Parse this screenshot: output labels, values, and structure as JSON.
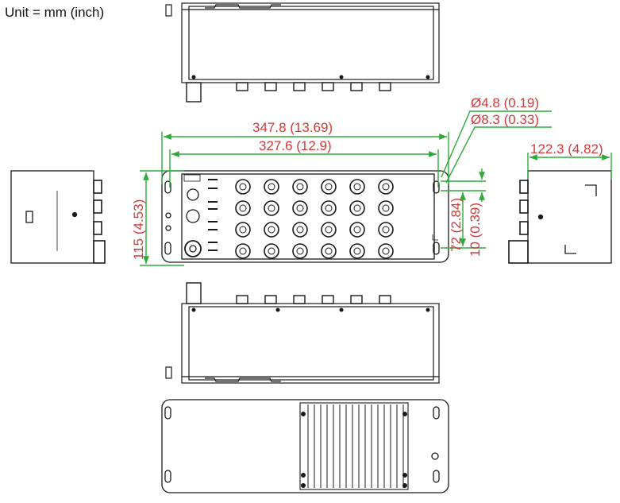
{
  "unit_label": "Unit = mm (inch)",
  "dimensions": {
    "overall_width": "347.8 (13.69)",
    "hole_spacing": "327.6 (12.9)",
    "height": "115 (4.53)",
    "depth": "122.3 (4.82)",
    "hole_small": "Ø4.8 (0.19)",
    "hole_large": "Ø8.3 (0.33)",
    "slot_length": "72 (2.84)",
    "slot_offset": "10 (0.39)"
  },
  "colors": {
    "outline": "#1a1a1a",
    "dimension_line": "#2faa3a",
    "dimension_text": "#d23a3a"
  }
}
